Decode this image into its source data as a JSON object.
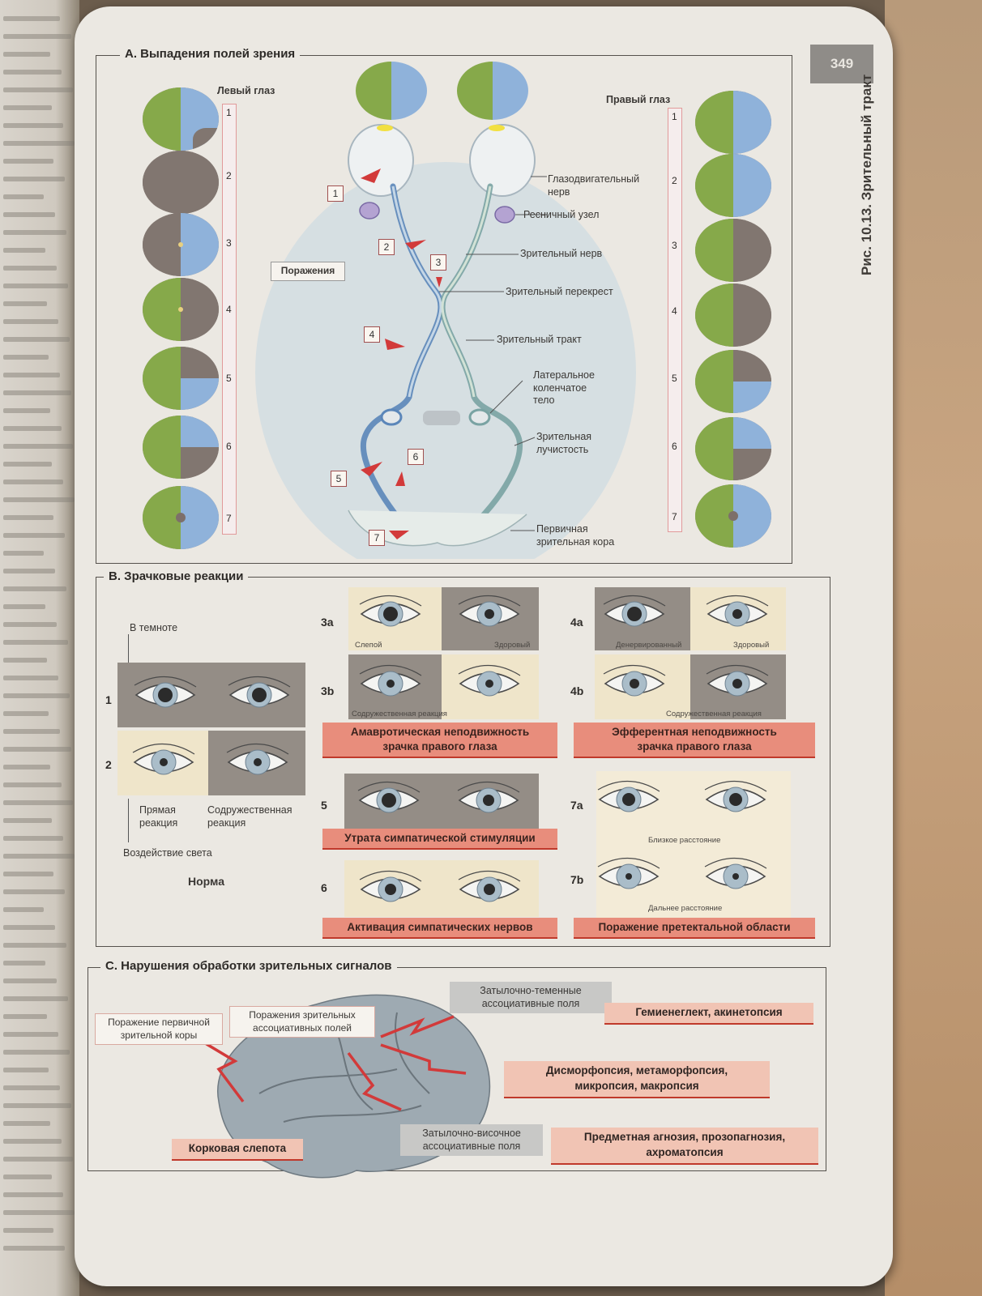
{
  "page_number": "349",
  "figure_caption": "Рис. 10.13. Зрительный тракт",
  "colors": {
    "green_field": "#86a94a",
    "blue_field": "#8fb2da",
    "defect": "#817670",
    "red_label": "#e88d7c",
    "pink_label": "#f1c4b4"
  },
  "sectionA": {
    "title": "А. Выпадения полей зрения",
    "left_eye": "Левый глаз",
    "right_eye": "Правый глаз",
    "lesions_label": "Поражения",
    "numbers": [
      "1",
      "2",
      "3",
      "4",
      "5",
      "6",
      "7"
    ],
    "labels": {
      "oculomotor": "Глазодвигательный\nнерв",
      "ciliary": "Ресничный узел",
      "optic_nerve": "Зрительный нерв",
      "chiasm": "Зрительный перекрест",
      "tract": "Зрительный тракт",
      "lgn": "Латеральное\nколенчатое\nтело",
      "radiation": "Зрительная\nлучистость",
      "cortex": "Первичная\nзрительная кора"
    }
  },
  "sectionB": {
    "title": "B. Зрачковые реакции",
    "in_dark": "В темноте",
    "direct": "Прямая\nреакция",
    "consensual": "Содружественная\nреакция",
    "light_exposure": "Воздействие света",
    "norm": "Норма",
    "rows": {
      "r1": "1",
      "r2": "2",
      "r3a": "3a",
      "r3b": "3b",
      "r4a": "4a",
      "r4b": "4b",
      "r5": "5",
      "r6": "6",
      "r7a": "7a",
      "r7b": "7b"
    },
    "small": {
      "blind": "Слепой",
      "healthy": "Здоровый",
      "denervated": "Денервированный",
      "healthy2": "Здоровый",
      "consensual3b": "Содружественная реакция",
      "consensual4b": "Содружественная реакция",
      "near": "Близкое расстояние",
      "far": "Дальнее расстояние"
    },
    "labels": {
      "amaurotic": "Амавротическая неподвижность\nзрачка правого глаза",
      "efferent": "Эфферентная неподвижность\nзрачка правого глаза",
      "sympathetic_loss": "Утрата симпатической стимуляции",
      "sympathetic_activation": "Активация симпатических нервов",
      "pretectal": "Поражение претектальной области"
    }
  },
  "sectionC": {
    "title": "C. Нарушения обработки зрительных сигналов",
    "primary_cortex": "Поражение первичной\nзрительной коры",
    "association": "Поражения зрительных\nассоциативных полей",
    "occ_parietal": "Затылочно-теменные\nассоциативные поля",
    "occ_temporal": "Затылочно-височное\nассоциативные поля",
    "hemineglect": "Гемиенеглект, акинетопсия",
    "dysmorphopsia": "Дисморфопсия, метаморфопсия,\nмикропсия, макропсия",
    "agnosia": "Предметная агнозия, прозопагнозия,\nахроматопсия",
    "cortical_blindness": "Корковая слепота"
  }
}
